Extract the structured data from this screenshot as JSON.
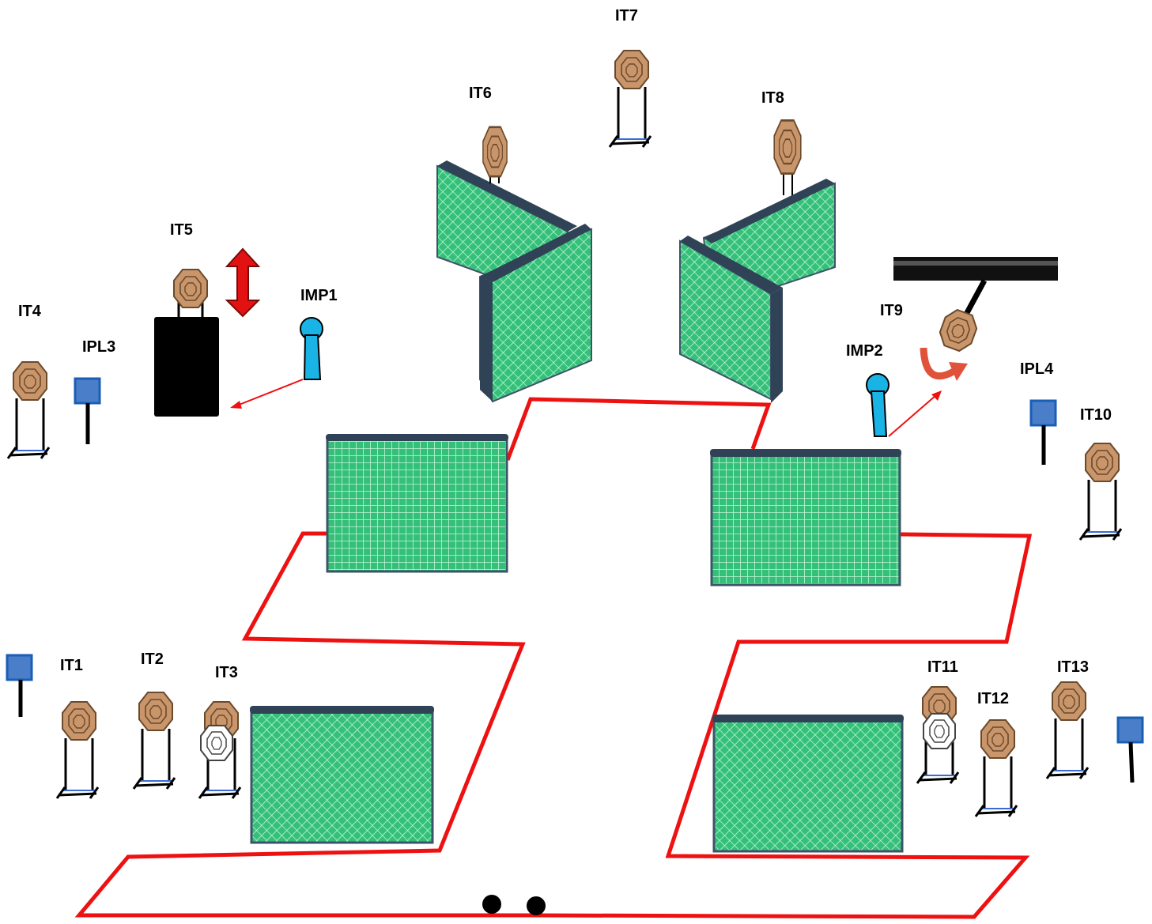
{
  "labels": {
    "it1": "IT1",
    "it2": "IT2",
    "it3": "IT3",
    "it4": "IT4",
    "it5": "IT5",
    "it6": "IT6",
    "it7": "IT7",
    "it8": "IT8",
    "it9": "IT9",
    "it10": "IT10",
    "it11": "IT11",
    "it12": "IT12",
    "it13": "IT13",
    "imp1": "IMP1",
    "imp2": "IMP2",
    "ipl3": "IPL3",
    "ipl4": "IPL4"
  },
  "colors": {
    "fault_line": "#ee1111",
    "target_fill": "#c9956a",
    "target_stroke": "#6b4a2c",
    "wall_fill": "#35c07a",
    "wall_mesh": "#bff5d6",
    "wall_frame": "#3d5468",
    "popper": "#1ab3e6",
    "plate": "#4a7ec9",
    "arrow": "#ee1111",
    "swing_arrow": "#e0523a",
    "no_shoot": "#ffffff"
  },
  "icons": {
    "target": "paper-target-icon",
    "no_shoot": "no-shoot-target-icon",
    "popper": "metal-popper-icon",
    "plate": "steel-plate-icon",
    "movement": "up-down-movement-icon",
    "swing": "swing-arrow-icon",
    "start": "start-position-icon"
  }
}
